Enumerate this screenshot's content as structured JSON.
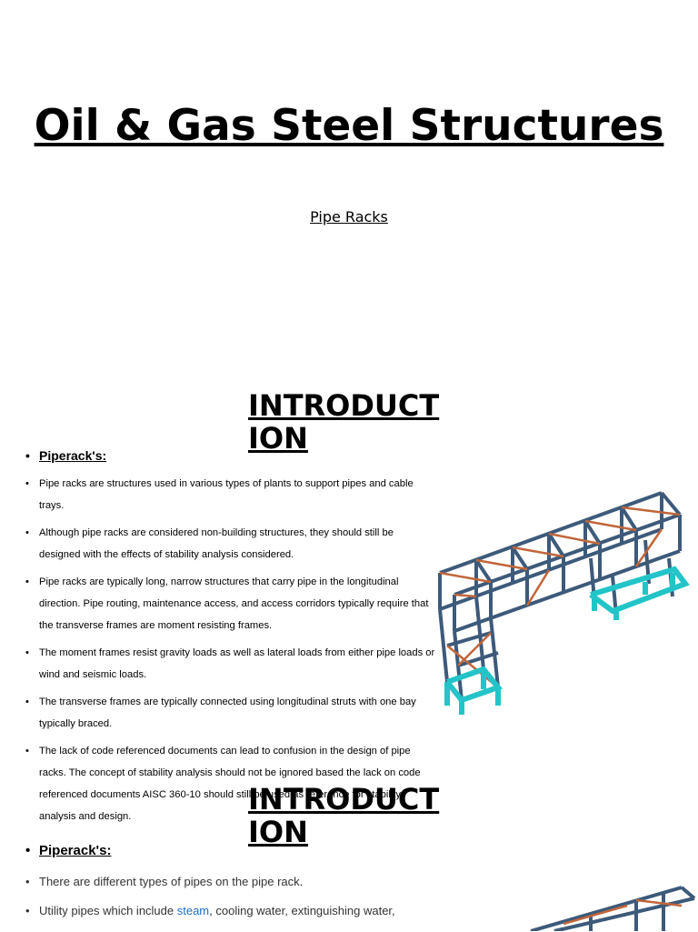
{
  "title": "Oil & Gas Steel Structures",
  "subtitle": "Pipe Racks",
  "section1": {
    "heading": "INTRODUCTION",
    "bullets": [
      "Piperack's:",
      "Pipe racks are structures used in various types of plants to support pipes and cable trays.",
      "Although pipe racks are considered non-building structures, they should still be designed with the effects of stability analysis considered.",
      "Pipe racks are typically long, narrow structures that carry pipe in the longitudinal direction. Pipe routing, maintenance access, and access corridors typically require that the transverse frames are moment resisting frames.",
      "The moment frames resist gravity loads as well as lateral loads from either pipe loads or wind and seismic loads.",
      "The transverse frames are typically connected using longitudinal struts with one bay typically braced.",
      "The lack of code referenced documents can lead to confusion in the design of pipe racks. The concept of stability analysis should not be ignored based the lack on code referenced documents AISC 360-10 should still be used as reference for stability analysis and design."
    ]
  },
  "section2": {
    "heading": "INTRODUCTION",
    "bullets": [
      "Piperack's:",
      "There are different types of pipes on the pipe rack.",
      "Utility pipes which include "
    ],
    "link_text": "steam",
    "after_link": ", cooling water, extinguishing water,"
  },
  "colors": {
    "frame": "#3d5a7a",
    "bracing": "#c0663a",
    "base": "#22c4c8"
  }
}
